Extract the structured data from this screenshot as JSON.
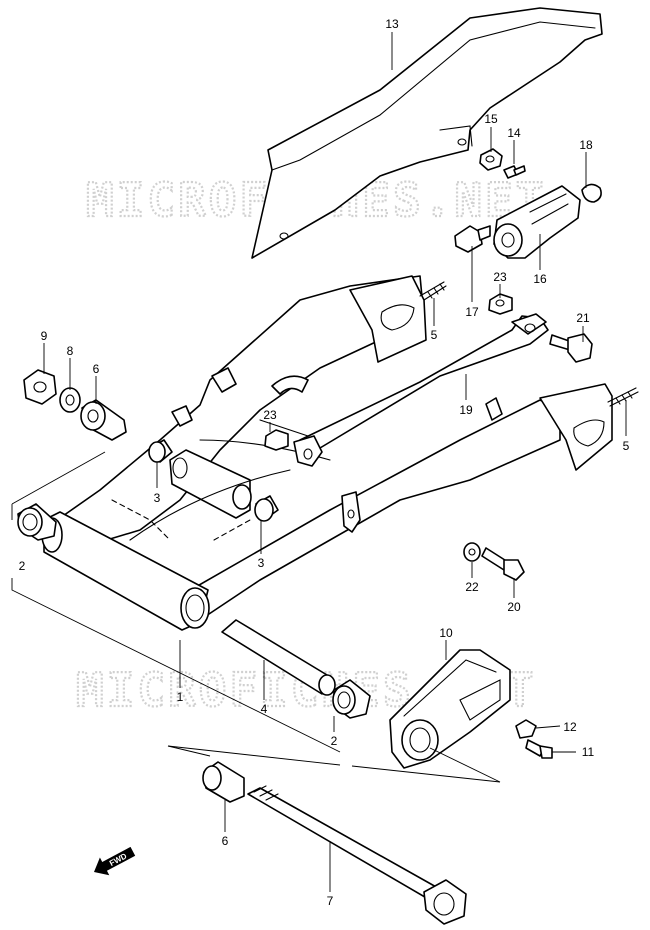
{
  "watermark": "MICROFICHES.NET",
  "fwd_label": "FWD",
  "callouts": [
    "13",
    "15",
    "14",
    "18",
    "16",
    "17",
    "23",
    "5",
    "21",
    "9",
    "8",
    "6",
    "19",
    "23",
    "5",
    "3",
    "3",
    "2",
    "22",
    "20",
    "10",
    "1",
    "4",
    "2",
    "12",
    "11",
    "6",
    "7"
  ]
}
